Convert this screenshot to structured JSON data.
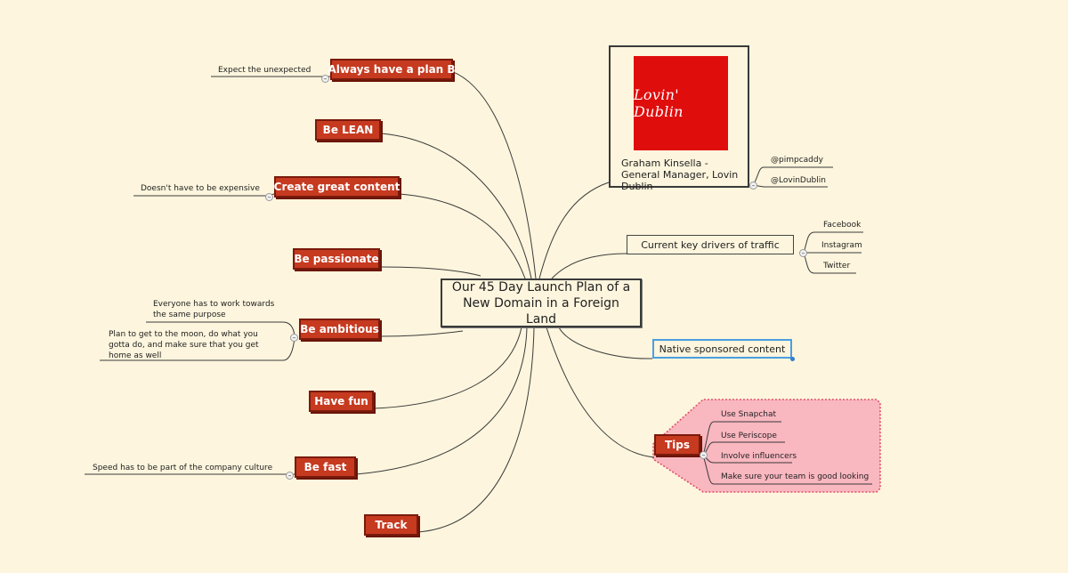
{
  "central_topic": "Our 45 Day Launch Plan of a New Domain in a Foreign Land",
  "left_branches": [
    {
      "label": "Always have a plan B",
      "notes": [
        "Expect the unexpected"
      ]
    },
    {
      "label": "Be LEAN",
      "notes": []
    },
    {
      "label": "Create great content",
      "notes": [
        "Doesn't have to be expensive"
      ]
    },
    {
      "label": "Be passionate",
      "notes": []
    },
    {
      "label": "Be ambitious",
      "notes": [
        "Everyone has to work towards the same purpose",
        "Plan to get to the moon, do what you gotta do, and make sure that you get home as well"
      ]
    },
    {
      "label": "Have fun",
      "notes": []
    },
    {
      "label": "Be fast",
      "notes": [
        "Speed has to be part of the company culture"
      ]
    },
    {
      "label": "Track",
      "notes": []
    }
  ],
  "profile": {
    "logo_text": "Lovin' Dublin",
    "caption": "Graham Kinsella - General Manager, Lovin Dublin",
    "handles": [
      "@pimpcaddy",
      "@LovinDublin"
    ]
  },
  "traffic": {
    "label": "Current key drivers of traffic",
    "items": [
      "Facebook",
      "Instagram",
      "Twitter"
    ]
  },
  "native": {
    "label": "Native sponsored content"
  },
  "tips": {
    "label": "Tips",
    "items": [
      "Use Snapchat",
      "Use Periscope",
      "Involve influencers",
      "Make sure your team is good looking"
    ]
  },
  "collapse_glyph": "–",
  "colors": {
    "background": "#fdf5dd",
    "topic_red": "#c63a20",
    "logo_red": "#e00d0d",
    "tips_callout": "#f9b7c0",
    "tips_border": "#e0506a",
    "native_border": "#4a9fe0",
    "line": "#3a3a3a"
  }
}
